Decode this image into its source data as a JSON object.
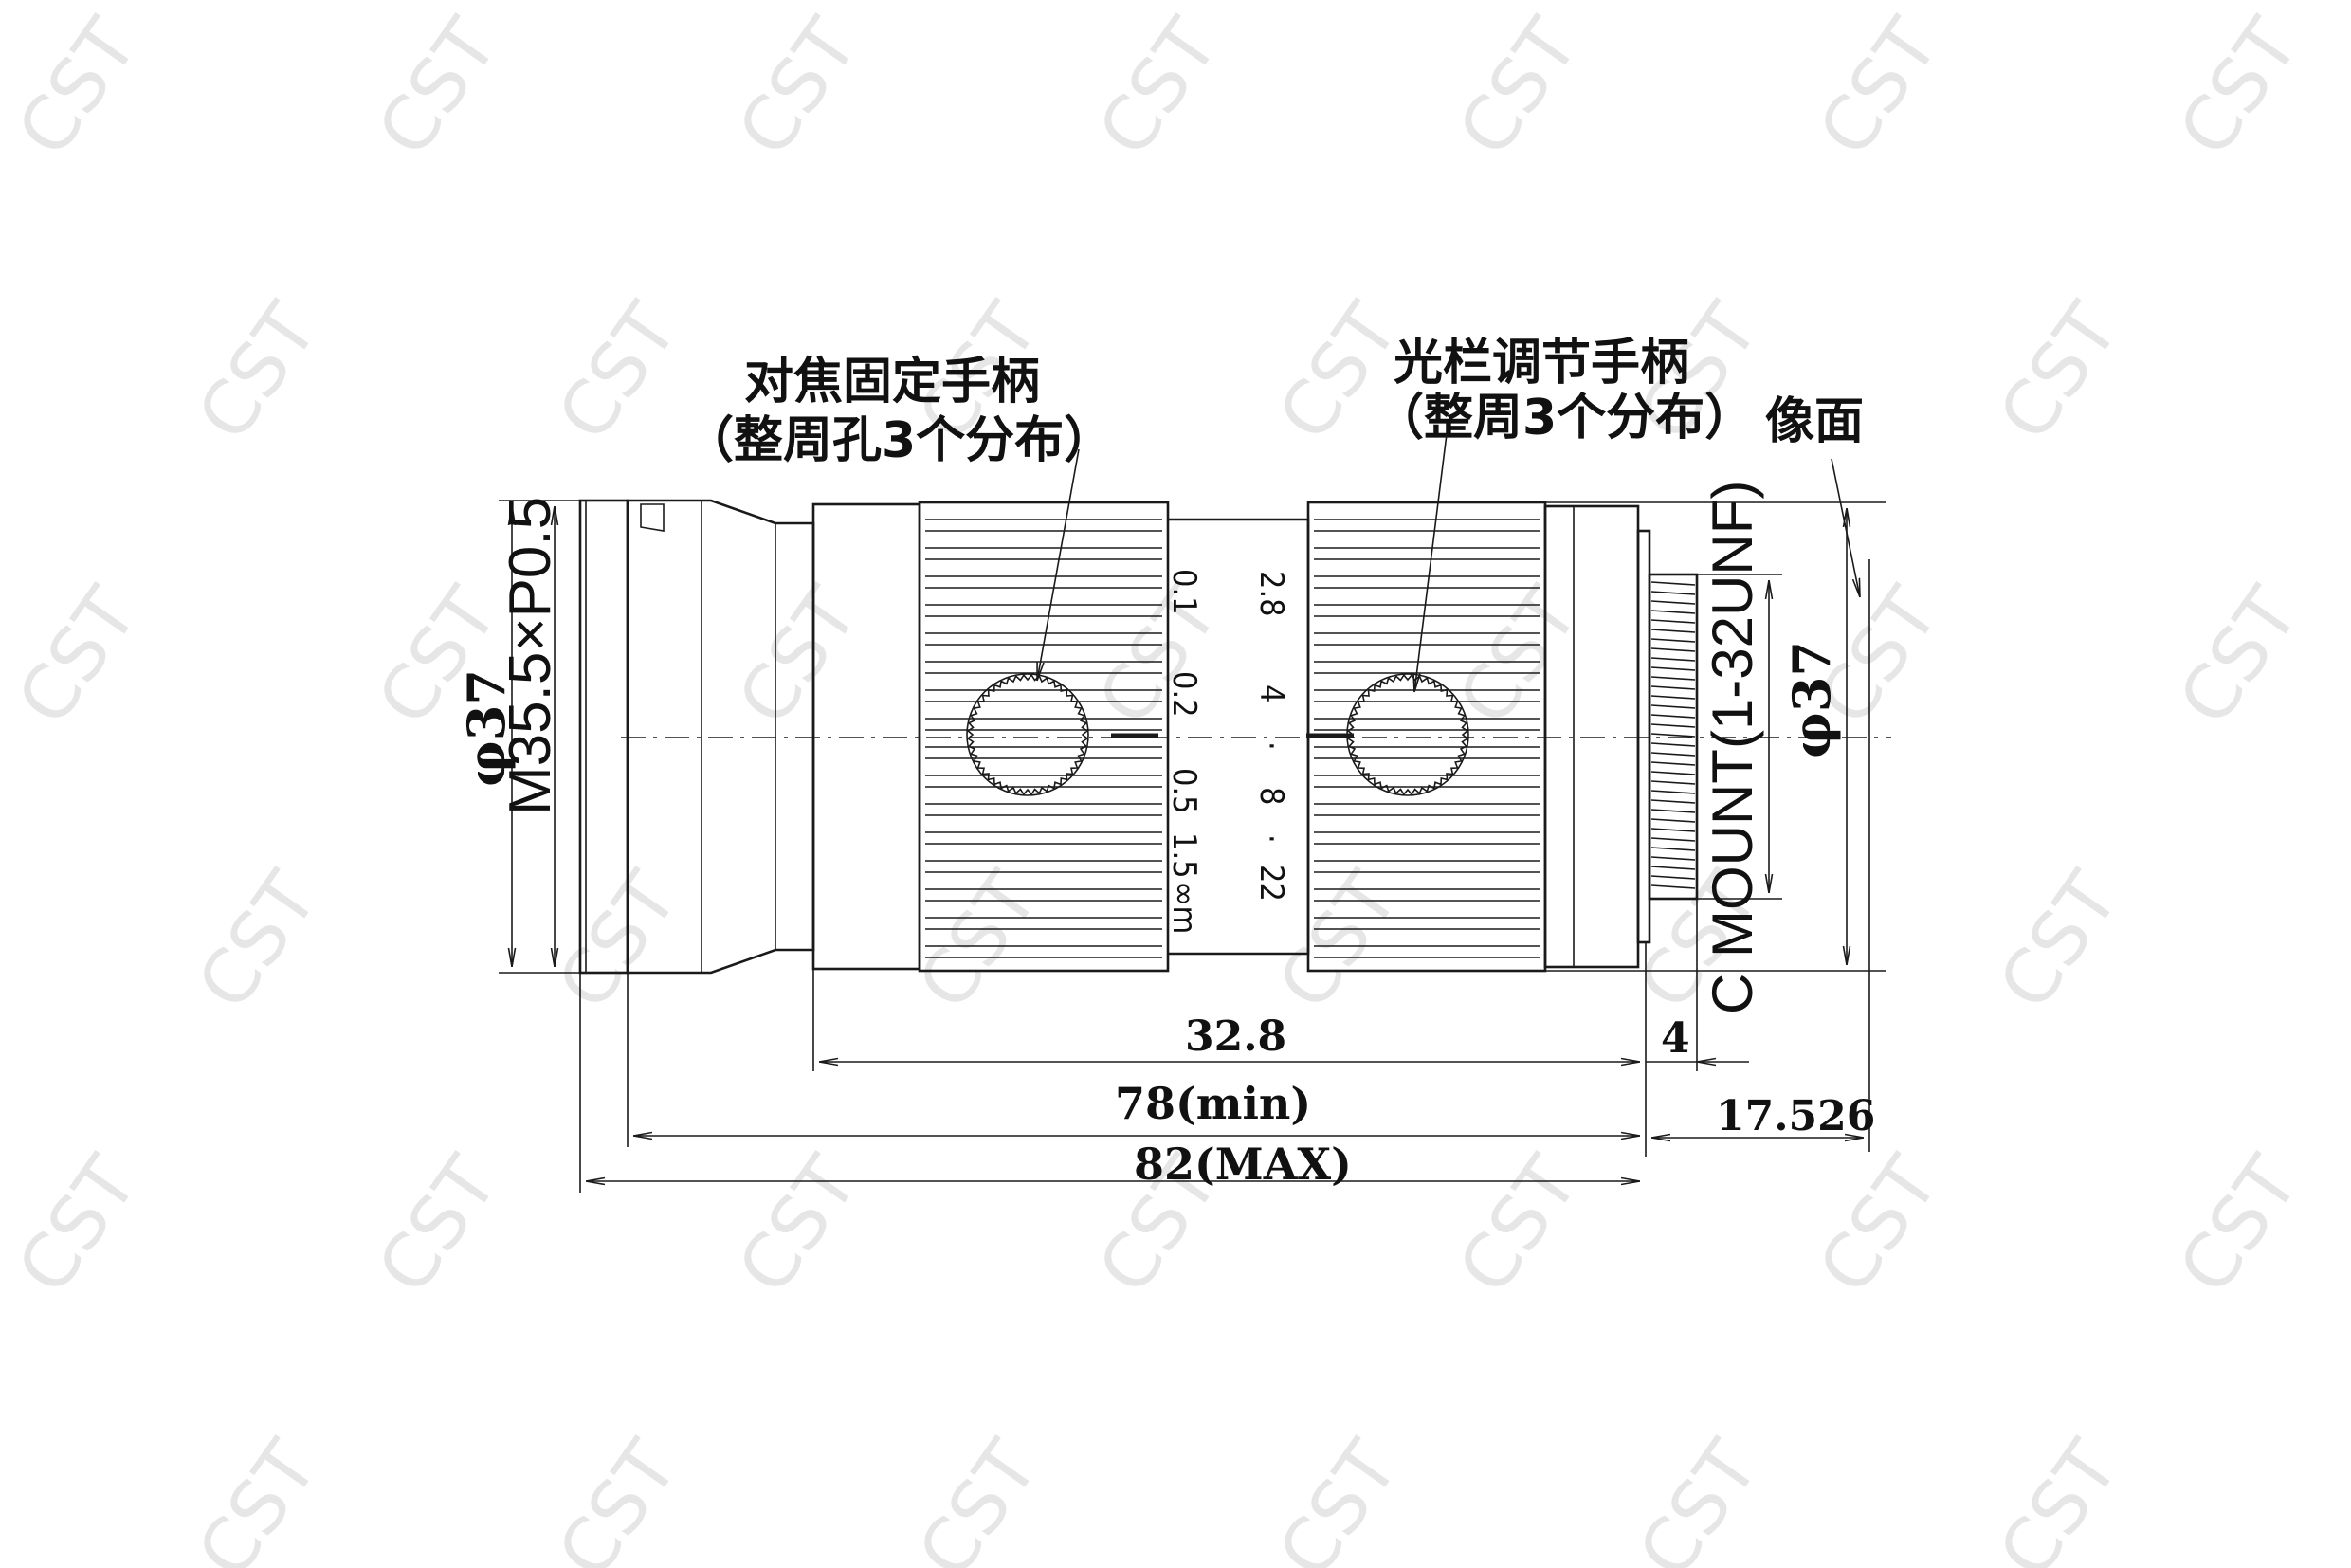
{
  "watermark": "CST",
  "labels": {
    "focus_line1": "对焦固定手柄",
    "focus_line2": "（整周孔3个分布）",
    "iris_line1": "光栏调节手柄",
    "iris_line2": "（整周3个分布）",
    "image_plane": "像面",
    "filter_thread": "M35.5×P0.5",
    "front_diameter": "φ37",
    "mount": "C MOUNT(1-32UNF)",
    "rear_diameter": "φ37"
  },
  "focus_scale": [
    "0.1",
    "0.2",
    "0.5",
    "1.5",
    "∞m"
  ],
  "iris_scale": [
    "2.8",
    "4",
    "·",
    "8",
    "·",
    "22"
  ],
  "dimensions": {
    "d_32_8": "32.8",
    "d_4": "4",
    "d_78": "78(min)",
    "d_82": "82(MAX)",
    "d_17_526": "17.526"
  }
}
